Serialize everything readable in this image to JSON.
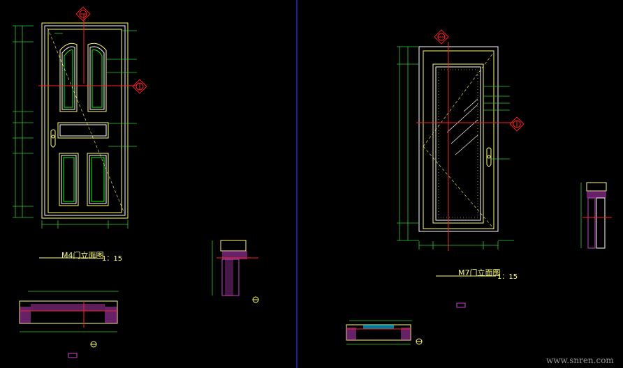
{
  "left_drawing": {
    "title": "M4门立面图",
    "scale": "1：15"
  },
  "right_drawing": {
    "title": "M7门立面图",
    "scale": "1：15"
  },
  "watermark": "www.snren.com",
  "colors": {
    "background": "#000000",
    "frame": "#ffff66",
    "panel": "#ffffff",
    "inner": "#00ff00",
    "axis": "#ff2020",
    "dimension": "#33cc33",
    "divider": "#3333ff",
    "section": "#cc44cc",
    "glass": "#00ccff"
  }
}
